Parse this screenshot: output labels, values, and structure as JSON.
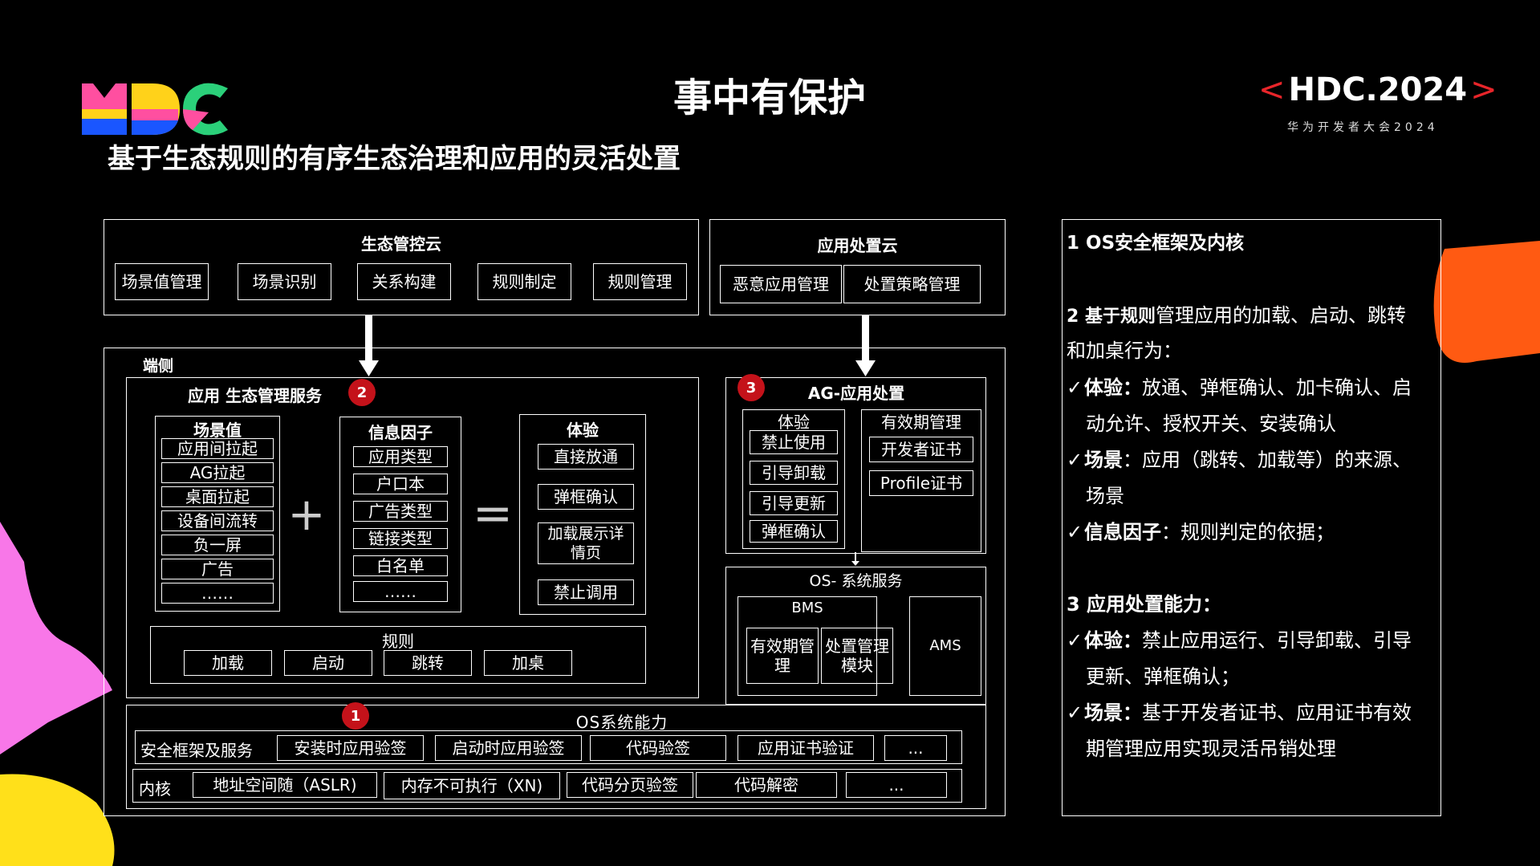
{
  "header": {
    "title": "事中有保护",
    "subtitle": "基于生态规则的有序生态治理和应用的灵活处置",
    "hdc_left_bracket": "<",
    "hdc_text": "HDC.2024",
    "hdc_right_bracket": ">",
    "hdc_sub": "华为开发者大会2024"
  },
  "cloud_eco": {
    "title": "生态管控云",
    "items": [
      "场景值管理",
      "场景识别",
      "关系构建",
      "规则制定",
      "规则管理"
    ]
  },
  "cloud_app": {
    "title": "应用处置云",
    "items": [
      "恶意应用管理",
      "处置策略管理"
    ]
  },
  "device": {
    "label": "端侧",
    "eco_service": {
      "title": "应用 生态管理服务",
      "badge": "2",
      "scene": {
        "title": "场景值",
        "items": [
          "应用间拉起",
          "AG拉起",
          "桌面拉起",
          "设备间流转",
          "负一屏",
          "广告",
          "……"
        ]
      },
      "plus": "+",
      "factor": {
        "title": "信息因子",
        "items": [
          "应用类型",
          "户口本",
          "广告类型",
          "链接类型",
          "白名单",
          "……"
        ]
      },
      "equals": "=",
      "experience": {
        "title": "体验",
        "items": [
          "直接放通",
          "弹框确认",
          "加载展示详情页",
          "禁止调用"
        ]
      },
      "rules": {
        "title": "规则",
        "items": [
          "加载",
          "启动",
          "跳转",
          "加桌"
        ]
      }
    },
    "ag": {
      "title": "AG-应用处置",
      "badge": "3",
      "experience": {
        "title": "体验",
        "items": [
          "禁止使用",
          "引导卸载",
          "引导更新",
          "弹框确认"
        ]
      },
      "validity": {
        "title": "有效期管理",
        "items": [
          "开发者证书",
          "Profile证书"
        ]
      }
    },
    "os_service": {
      "title": "OS- 系统服务",
      "bms": {
        "title": "BMS",
        "items": [
          "有效期管理",
          "处置管理模块"
        ]
      },
      "ams": "AMS"
    },
    "os_capability": {
      "title": "OS系统能力",
      "badge": "1",
      "security": {
        "label": "安全框架及服务",
        "items": [
          "安装时应用验签",
          "启动时应用验签",
          "代码验签",
          "应用证书验证",
          "..."
        ]
      },
      "kernel": {
        "label": "内核",
        "items": [
          "地址空间随（ASLR)",
          "内存不可执行（XN)",
          "代码分页验签",
          "代码解密",
          "..."
        ]
      }
    }
  },
  "side_panel": {
    "s1": "1 OS安全框架及内核",
    "s2_bold": "2 基于规则",
    "s2_rest": "管理应用的加载、启动、跳转",
    "s2_cont": "和加桌行为：",
    "b1_bold": "体验：",
    "b1_rest": "放通、弹框确认、加卡确认、启",
    "b1_cont": "动允许、授权开关、安装确认",
    "b2_bold": "场景",
    "b2_rest": "：应用（跳转、加载等）的来源、",
    "b2_cont": "场景",
    "b3_bold": "信息因子",
    "b3_rest": "：规则判定的依据；",
    "s3": "3 应用处置能力：",
    "b4_bold": "体验：",
    "b4_rest": "禁止应用运行、引导卸载、引导",
    "b4_cont": "更新、弹框确认；",
    "b5_bold": "场景：",
    "b5_rest": "基于开发者证书、应用证书有效",
    "b5_cont": "期管理应用实现灵活吊销处理",
    "check": "✓"
  },
  "colors": {
    "accent_red": "#c4121a",
    "hdc_red": "#e8252a",
    "orange": "#ff5a12",
    "pink": "#f877e8",
    "yellow": "#ffe01a"
  }
}
